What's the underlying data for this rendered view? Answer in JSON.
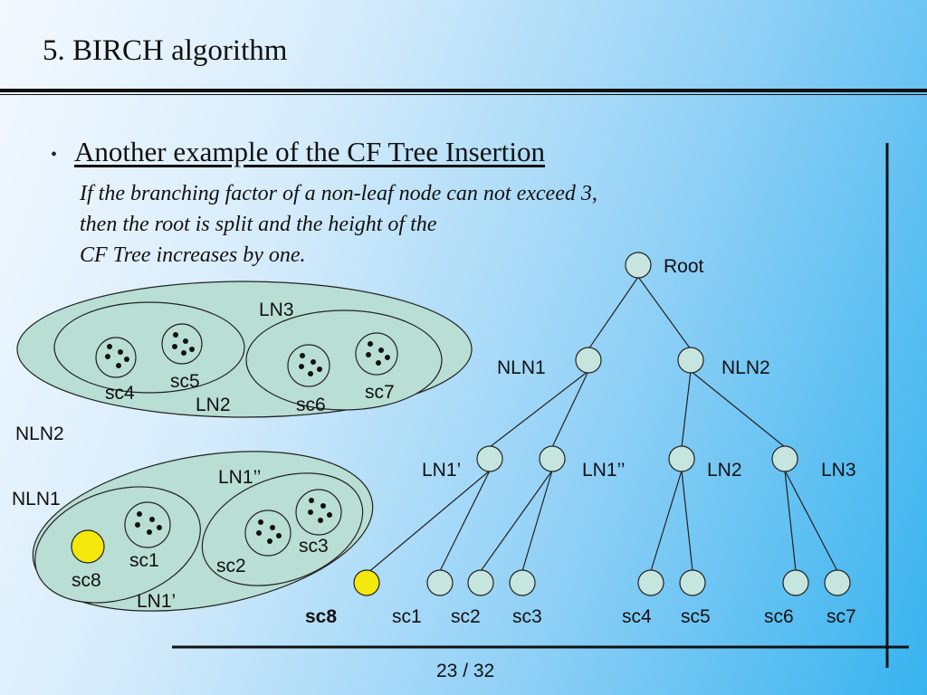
{
  "slide": {
    "title": "5. BIRCH algorithm",
    "bullet": "Another example of the CF Tree Insertion",
    "description_lines": [
      "If the branching factor of a non-leaf node can not exceed 3,",
      "then the root is split and the height of the",
      "CF Tree increases by one."
    ],
    "page_indicator": "23 / 32"
  },
  "tree": {
    "root": "Root",
    "nln1": "NLN1",
    "nln2": "NLN2",
    "ln1a": "LN1’",
    "ln1b": "LN1’’",
    "ln2": "LN2",
    "ln3": "LN3",
    "leaves": [
      "sc8",
      "sc1",
      "sc2",
      "sc3",
      "sc4",
      "sc5",
      "sc6",
      "sc7"
    ]
  },
  "clusters": {
    "nln2": "NLN2",
    "nln1": "NLN1",
    "ln3": "LN3",
    "ln2": "LN2",
    "ln1b": "LN1’’",
    "ln1a": "LN1’",
    "sc4": "sc4",
    "sc5": "sc5",
    "sc6": "sc6",
    "sc7": "sc7",
    "sc1": "sc1",
    "sc2": "sc2",
    "sc3": "sc3",
    "sc8": "sc8"
  },
  "colors": {
    "node_fill": "#c5e5de",
    "cluster_fill": "#b9ded4",
    "highlight": "#f5e80c",
    "stroke": "#222222"
  }
}
